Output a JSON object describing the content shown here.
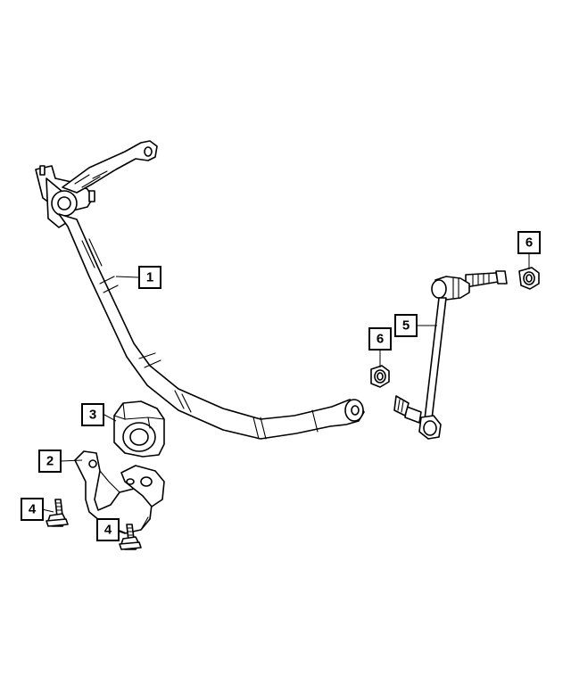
{
  "callouts": {
    "c1": "1",
    "c2": "2",
    "c3": "3",
    "c4a": "4",
    "c4b": "4",
    "c5": "5",
    "c6a": "6",
    "c6b": "6"
  },
  "colors": {
    "line": "#000000",
    "background": "#ffffff"
  }
}
